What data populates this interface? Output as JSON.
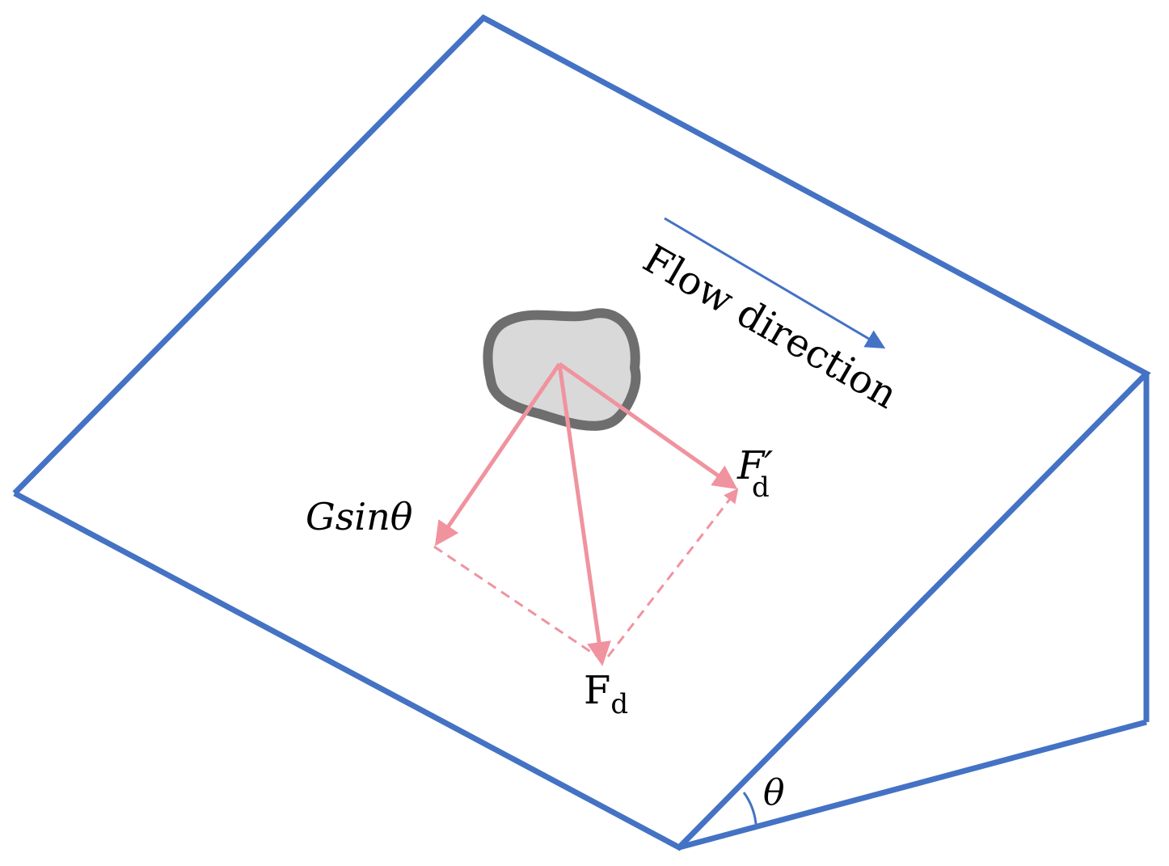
{
  "labels": {
    "flow_direction": "Flow direction",
    "gravity_component": "Gsinθ",
    "drag_force_main": "F",
    "drag_force_main_sub": "d",
    "drag_force_prime": "F′",
    "drag_force_prime_sub": "d",
    "angle": "θ"
  },
  "colors": {
    "slope_outline": "#4472C4",
    "force_arrow": "#F0939F",
    "particle_fill": "#D9D9D9",
    "particle_border": "#6E6E6E",
    "text": "#000000"
  }
}
